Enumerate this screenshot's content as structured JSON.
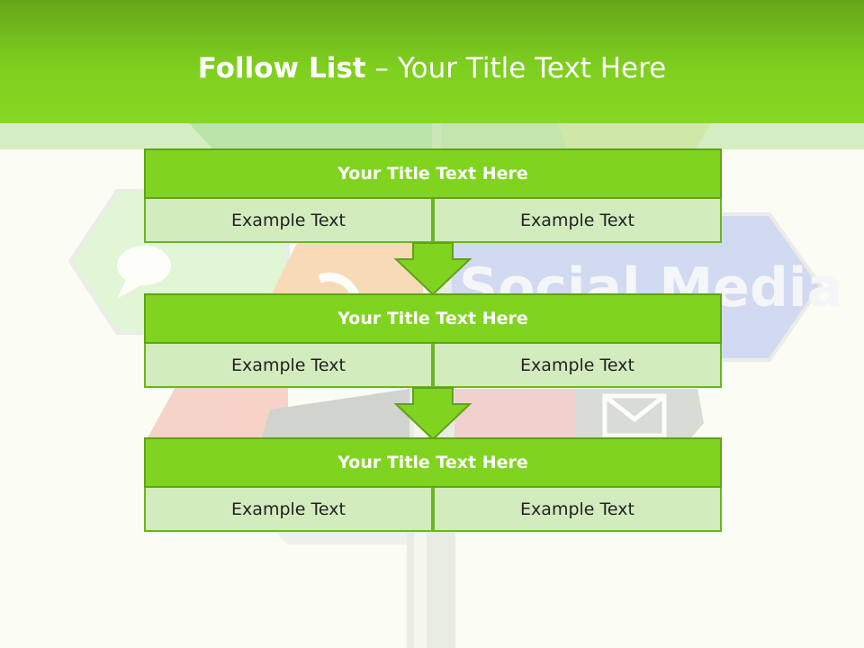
{
  "slide": {
    "title_bold": "Follow List",
    "title_rest": " – Your Title Text Here",
    "background_sign_text": "Social Media"
  },
  "blocks": [
    {
      "title": "Your Title Text Here",
      "left": "Example Text",
      "right": "Example Text"
    },
    {
      "title": "Your Title Text Here",
      "left": "Example Text",
      "right": "Example Text"
    },
    {
      "title": "Your Title Text Here",
      "left": "Example Text",
      "right": "Example Text"
    }
  ],
  "colors": {
    "header_green": "#7fcf1f",
    "block_green": "#80d41f",
    "cell_light_green": "#d2ecbe",
    "border_green": "#5fa317"
  }
}
